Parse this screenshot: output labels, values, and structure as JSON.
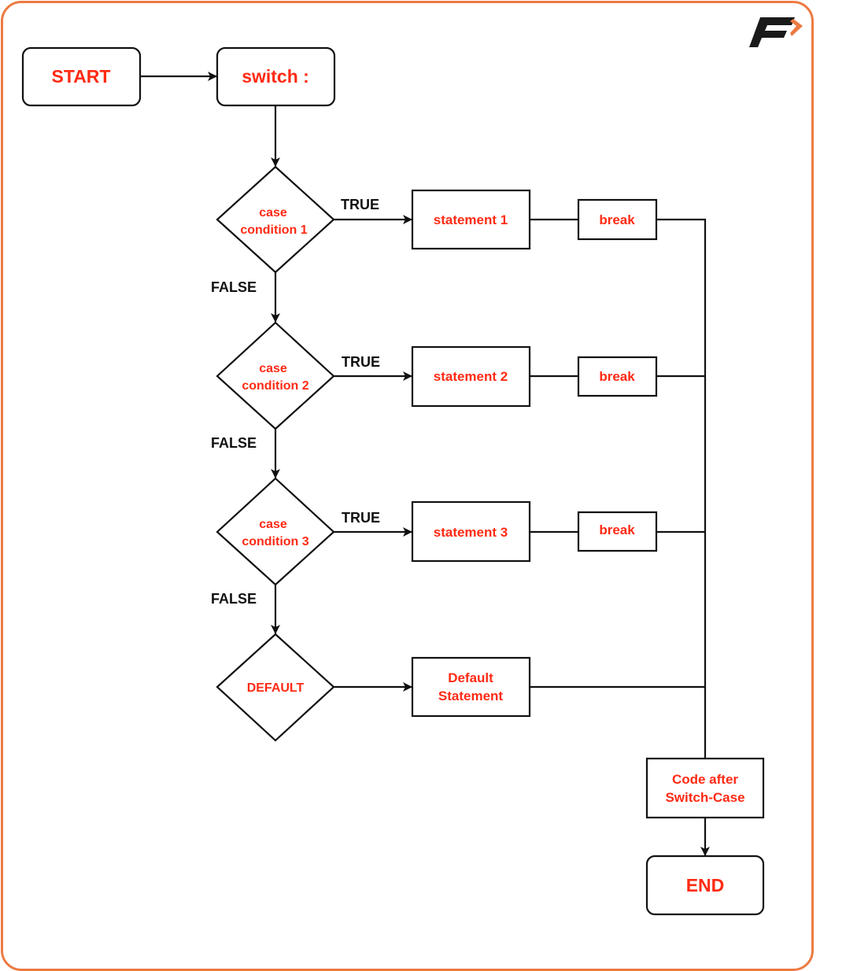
{
  "logo": {
    "icon": "brand-f-arrow-logo",
    "accent": "#ec7a42"
  },
  "colors": {
    "frame": "#ec7a42",
    "node_text": "#ff2a14",
    "stroke": "#111111",
    "label": "#111111"
  },
  "nodes": {
    "start": "START",
    "switch": "switch :",
    "case1": [
      "case",
      "condition 1"
    ],
    "case2": [
      "case",
      "condition 2"
    ],
    "case3": [
      "case",
      "condition 3"
    ],
    "default": "DEFAULT",
    "statement1": "statement 1",
    "statement2": "statement 2",
    "statement3": "statement 3",
    "default_statement": [
      "Default",
      "Statement"
    ],
    "break1": "break",
    "break2": "break",
    "break3": "break",
    "after": [
      "Code after",
      "Switch-Case"
    ],
    "end": "END"
  },
  "labels": {
    "true1": "TRUE",
    "true2": "TRUE",
    "true3": "TRUE",
    "false1": "FALSE",
    "false2": "FALSE",
    "false3": "FALSE"
  }
}
